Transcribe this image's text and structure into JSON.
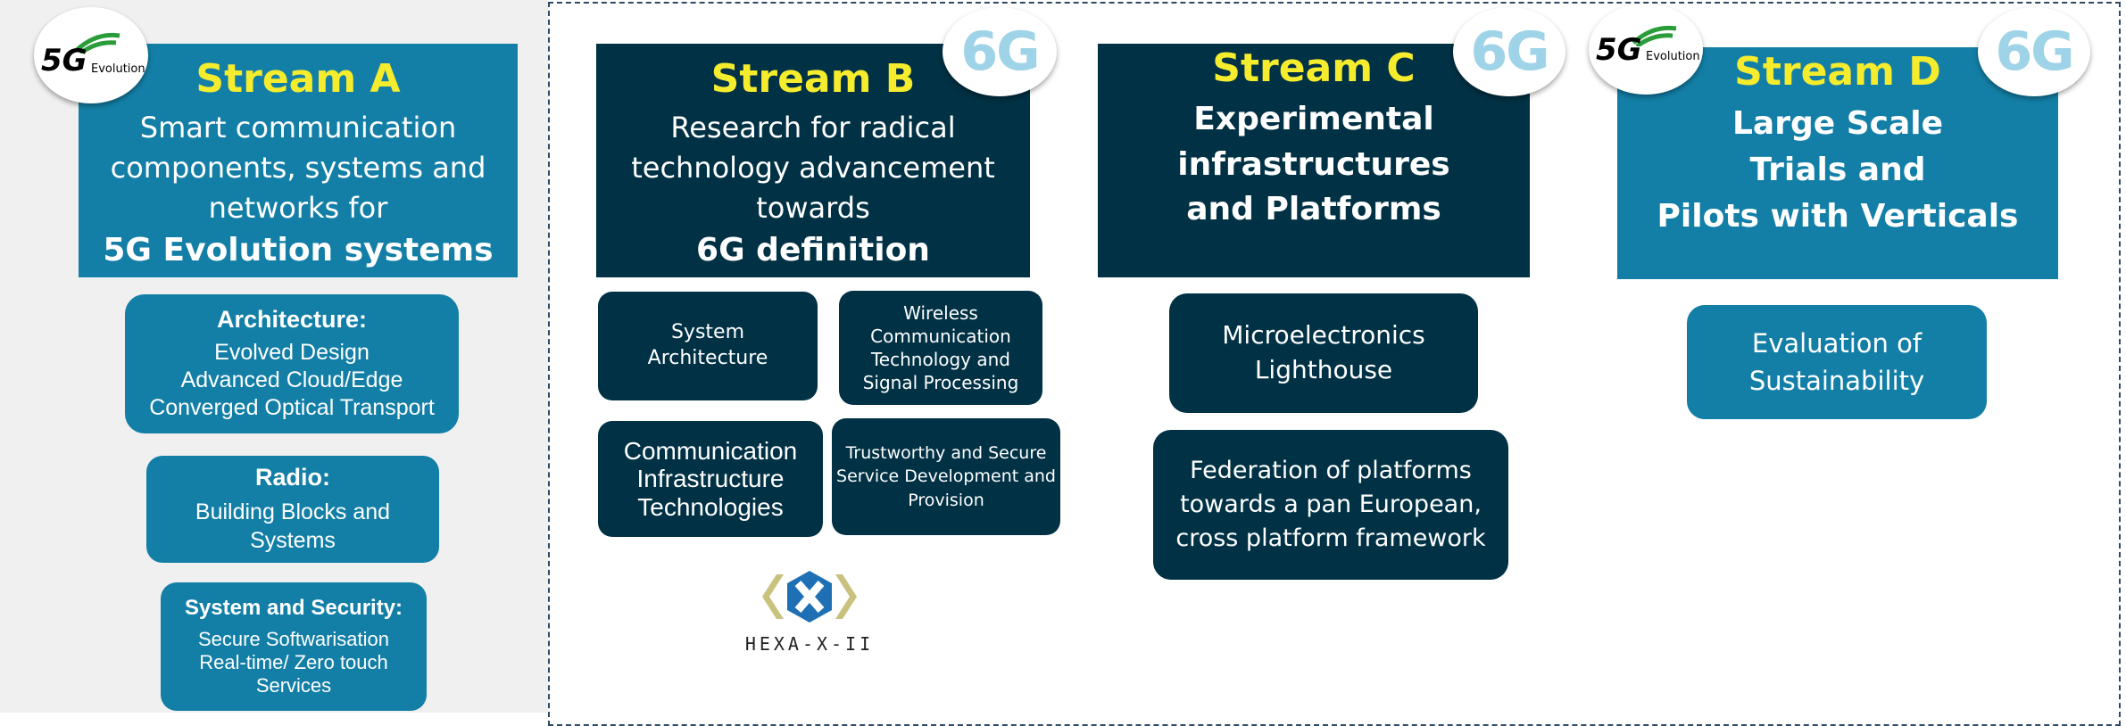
{
  "stream_a": {
    "title": "Stream A",
    "line1": "Smart communication",
    "line2": "components, systems and",
    "line3": "networks for",
    "line4": "5G Evolution systems",
    "boxes": [
      {
        "heading": "Architecture:",
        "lines": [
          "Evolved Design",
          "Advanced Cloud/Edge",
          "Converged Optical Transport"
        ]
      },
      {
        "heading": "Radio:",
        "lines": [
          "Building Blocks and",
          "Systems"
        ]
      },
      {
        "heading": "System and Security:",
        "lines": [
          "Secure Softwarisation",
          "Real-time/ Zero touch",
          "Services"
        ]
      }
    ]
  },
  "stream_b": {
    "title": "Stream B",
    "line1": "Research for radical",
    "line2": "technology advancement",
    "line3": "towards",
    "line4": "6G definition",
    "boxes": [
      {
        "lines": [
          "System",
          "Architecture"
        ]
      },
      {
        "lines": [
          "Wireless",
          "Communication",
          "Technology and",
          "Signal Processing"
        ]
      },
      {
        "lines": [
          "Communication",
          "Infrastructure",
          "Technologies"
        ]
      },
      {
        "lines": [
          "Trustworthy and Secure",
          "Service Development and",
          "Provision"
        ]
      }
    ],
    "logo_text": "HEXA-X-II"
  },
  "stream_c": {
    "title": "Stream C",
    "line1": "Experimental",
    "line2": "infrastructures",
    "line3": "and Platforms",
    "boxes": [
      {
        "lines": [
          "Microelectronics",
          "Lighthouse"
        ]
      },
      {
        "lines": [
          "Federation of platforms",
          "towards a pan European,",
          "cross platform framework"
        ]
      }
    ]
  },
  "stream_d": {
    "title": "Stream D",
    "line1": "Large Scale",
    "line2": "Trials and",
    "line3": "Pilots with Verticals",
    "boxes": [
      {
        "lines": [
          "Evaluation of",
          "Sustainability"
        ]
      }
    ]
  },
  "badges": {
    "fiveg_main": "5G",
    "fiveg_sub": "Evolution",
    "sixg": "6G"
  },
  "colors": {
    "teal": "#137fa6",
    "dark": "#003144",
    "title_yellow": "#f6ec2e",
    "left_panel": "#f0f0f0"
  }
}
